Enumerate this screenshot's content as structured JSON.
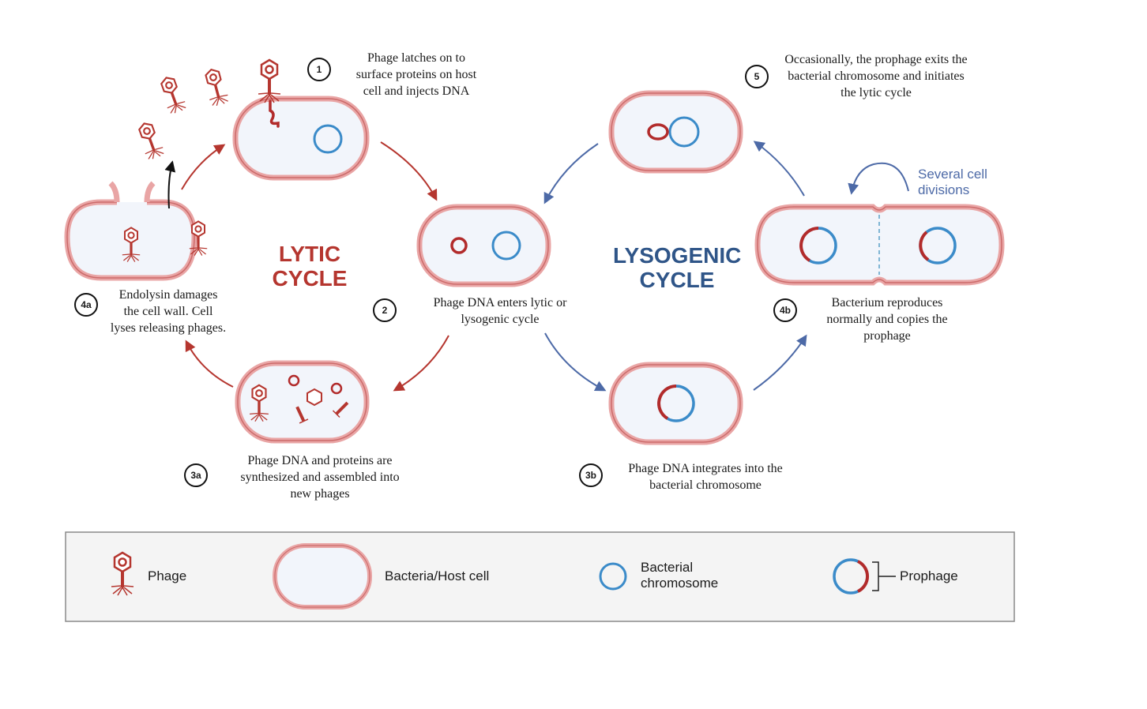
{
  "colors": {
    "lytic": "#b5362f",
    "lysogenic": "#2f5588",
    "chromosome": "#3b8bc9",
    "phage_dna": "#b22b2b",
    "cell_outer": "#e79a9a",
    "cell_fill": "#f2f5fb"
  },
  "cycles": {
    "lytic_title": "LYTIC\nCYCLE",
    "lysogenic_title": "LYSOGENIC\nCYCLE"
  },
  "steps": [
    {
      "badge": "1",
      "caption": "Phage latches on to\nsurface proteins on host\ncell and injects DNA"
    },
    {
      "badge": "2",
      "caption": "Phage DNA enters lytic or\nlysogenic cycle"
    },
    {
      "badge": "3a",
      "caption": "Phage DNA and proteins are\nsynthesized and assembled into\nnew phages"
    },
    {
      "badge": "3b",
      "caption": "Phage DNA integrates into the\nbacterial chromosome"
    },
    {
      "badge": "4a",
      "caption": "Endolysin damages\nthe cell wall. Cell\nlyses releasing phages."
    },
    {
      "badge": "4b",
      "caption": "Bacterium reproduces\nnormally and copies the\nprophage"
    },
    {
      "badge": "5",
      "caption": "Occasionally, the prophage exits the\nbacterial chromosome and initiates\nthe lytic cycle"
    }
  ],
  "divisions_note": "Several cell\ndivisions",
  "legend": {
    "phage": "Phage",
    "host_cell": "Bacteria/Host cell",
    "chromosome": "Bacterial\nchromosome",
    "prophage": "Prophage"
  },
  "icons": [
    "phage-icon",
    "bacterial-cell-icon",
    "chromosome-icon",
    "phage-dna-icon",
    "prophage-icon",
    "arrow-icon"
  ]
}
